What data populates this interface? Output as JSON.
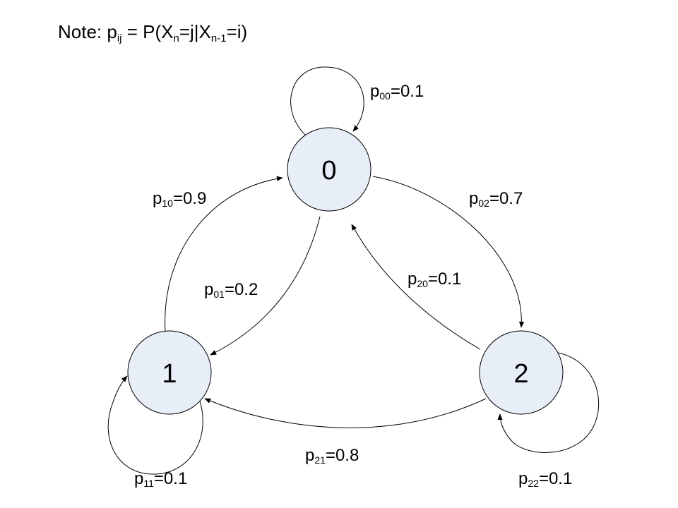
{
  "note": {
    "prefix": "Note: p",
    "sub_ij": "ij",
    "part1": " = P(X",
    "sub_n": "n",
    "part2": "=j|X",
    "sub_n1": "n-1",
    "part3": "=i)"
  },
  "colors": {
    "node_fill": "#e8eef8",
    "node_stroke": "#000000",
    "edge_stroke": "#000000"
  },
  "nodes": [
    {
      "id": "0",
      "label": "0"
    },
    {
      "id": "1",
      "label": "1"
    },
    {
      "id": "2",
      "label": "2"
    }
  ],
  "edges": [
    {
      "from": "0",
      "to": "0",
      "label": "p",
      "sub": "00",
      "value": "=0.1"
    },
    {
      "from": "1",
      "to": "0",
      "label": "p",
      "sub": "10",
      "value": "=0.9"
    },
    {
      "from": "0",
      "to": "2",
      "label": "p",
      "sub": "02",
      "value": "=0.7"
    },
    {
      "from": "2",
      "to": "0",
      "label": "p",
      "sub": "20",
      "value": "=0.1"
    },
    {
      "from": "0",
      "to": "1",
      "label": "p",
      "sub": "01",
      "value": "=0.2"
    },
    {
      "from": "2",
      "to": "1",
      "label": "p",
      "sub": "21",
      "value": "=0.8"
    },
    {
      "from": "1",
      "to": "1",
      "label": "p",
      "sub": "11",
      "value": "=0.1"
    },
    {
      "from": "2",
      "to": "2",
      "label": "p",
      "sub": "22",
      "value": "=0.1"
    }
  ]
}
